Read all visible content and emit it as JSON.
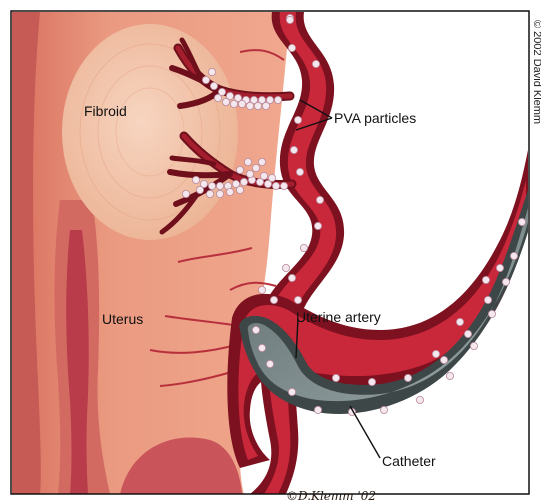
{
  "labels": {
    "fibroid": "Fibroid",
    "pva_particles": "PVA particles",
    "uterus": "Uterus",
    "uterine_artery": "Uterine artery",
    "catheter": "Catheter"
  },
  "copyright": "© 2002 David Klemm",
  "signature": "©D.Klemm '02",
  "colors": {
    "frame": "#111111",
    "uterus_tissue": "#e8957c",
    "uterus_inner": "#d9705f",
    "uterus_cavity": "#c94a52",
    "fibroid": "#f3c3a8",
    "artery_wall": "#7d1120",
    "artery_lumen": "#c9283a",
    "catheter": "#7f8e8f",
    "particle": "#f4e8ee"
  },
  "icons": [
    "pva-particle-icon",
    "leader-line-icon"
  ]
}
